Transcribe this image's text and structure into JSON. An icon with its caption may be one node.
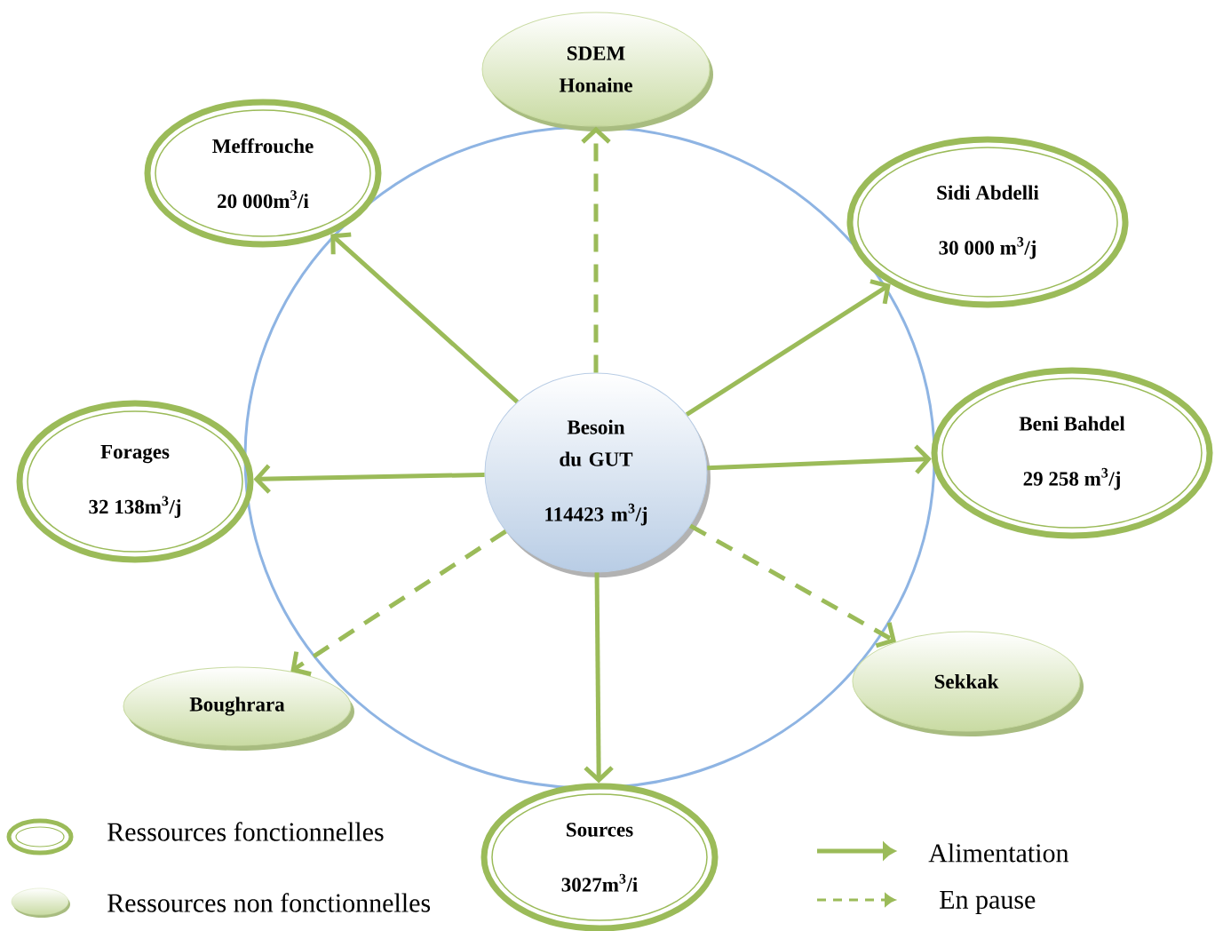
{
  "diagram": {
    "nodes": [
      {
        "text": [
          "Besoin du GUT",
          "114423 m$^{3}$/j"
        ]
      },
      {
        "text": [
          "SDEM Honaine"
        ]
      },
      {
        "text": [
          "Meffrouche",
          "20 000m$^{3}$/i"
        ]
      },
      {
        "text": [
          "Sidi Abdelli",
          "30 000 m$^{3}$/j"
        ]
      },
      {
        "text": [
          "Forages",
          "32 138m$^{3}$/j"
        ]
      },
      {
        "text": [
          "Beni Bahdel",
          "29 258 m$^{3}$/j"
        ]
      },
      {
        "text": [
          "Boughrara"
        ]
      },
      {
        "text": [
          "Sekkak"
        ]
      },
      {
        "text": [
          "Sources",
          "3027m$^{3}$/i"
        ]
      }
    ],
    "edges": [
      {
        "from": 0,
        "to": 1,
        "arrow": "to",
        "style": "dashed"
      },
      {
        "from": 0,
        "to": 2,
        "arrow": "to"
      },
      {
        "from": 0,
        "to": 3,
        "arrow": "to"
      },
      {
        "from": 0,
        "to": 4,
        "arrow": "to"
      },
      {
        "from": 0,
        "to": 5,
        "arrow": "to"
      },
      {
        "from": 0,
        "to": 6,
        "arrow": "to",
        "style": "dashed"
      },
      {
        "from": 0,
        "to": 7,
        "arrow": "to",
        "style": "dashed"
      },
      {
        "from": 0,
        "to": 8,
        "arrow": "to"
      }
    ],
    "legend": [
      {
        "text": "Ressources fonctionnelles"
      },
      {
        "text": "Ressources non fonctionnelles"
      },
      {
        "text": "Alimentation"
      },
      {
        "text": "En pause"
      }
    ]
  }
}
